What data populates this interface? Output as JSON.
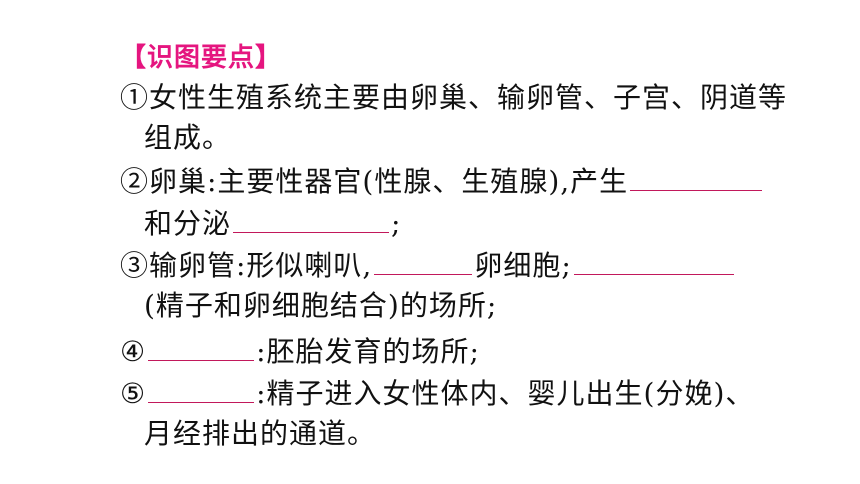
{
  "header": "【识图要点】",
  "lines": {
    "l1": "①女性生殖系统主要由卵巢、输卵管、子宫、阴道等",
    "l2": "组成。",
    "l3a": "②卵巢:主要性器官(性腺、生殖腺),产生",
    "l4a": "和分泌",
    "l4b": ";",
    "l5a": "③输卵管:形似喇叭,",
    "l5b": "卵细胞;",
    "l6": "(精子和卵细胞结合)的场所;",
    "l7a": "④",
    "l7b": ":胚胎发育的场所;",
    "l8a": "⑤",
    "l8b": ":精子进入女性体内、婴儿出生(分娩)、",
    "l9": "月经排出的通道。"
  },
  "colors": {
    "header": "#e5157f",
    "blank_line": "#c2185b"
  }
}
